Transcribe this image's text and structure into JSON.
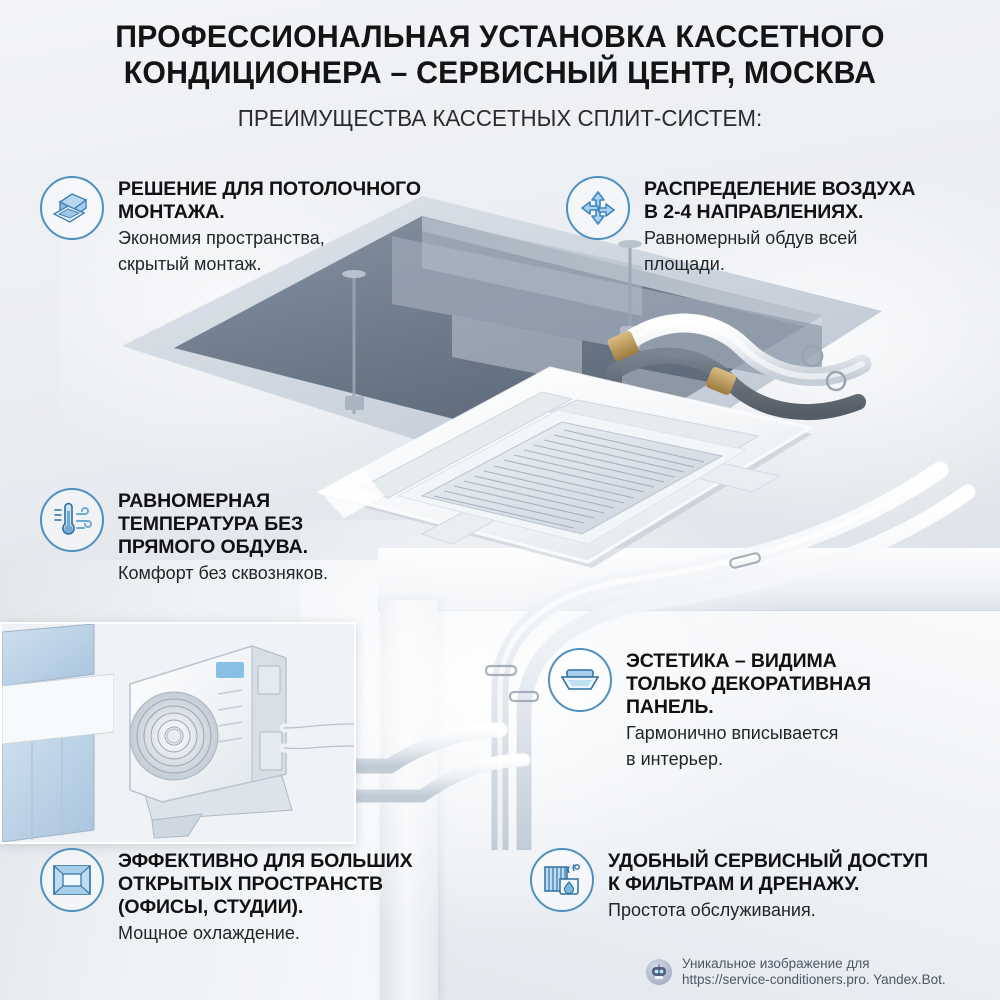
{
  "meta": {
    "accent": "#4f8fc0",
    "text_dark": "#121212",
    "background": "#eceef2"
  },
  "header": {
    "title_line1": "ПРОФЕССИОНАЛЬНАЯ УСТАНОВКА КАССЕТНОГО",
    "title_line2": "КОНДИЦИОНЕРА – СЕРВИСНЫЙ ЦЕНТР, МОСКВА",
    "subtitle": "ПРЕИМУЩЕСТВА КАССЕТНЫХ СПЛИТ-СИСТЕМ:"
  },
  "features": [
    {
      "id": "ceiling-mount",
      "icon": "cassette-unit-3d-icon",
      "heading_lines": [
        "РЕШЕНИЕ ДЛЯ ПОТОЛОЧНОГО",
        "МОНТАЖА."
      ],
      "sub_lines": [
        "Экономия пространства,",
        "скрытый монтаж."
      ]
    },
    {
      "id": "air-distribution",
      "icon": "four-direction-arrows-icon",
      "heading_lines": [
        "РАСПРЕДЕЛЕНИЕ ВОЗДУХА",
        "В 2-4 НАПРАВЛЕНИЯХ."
      ],
      "sub_lines": [
        "Равномерный обдув всей",
        "площади."
      ]
    },
    {
      "id": "even-temperature",
      "icon": "thermometer-wind-icon",
      "heading_lines": [
        "РАВНОМЕРНАЯ",
        "ТЕМПЕРАТУРА БЕЗ",
        "ПРЯМОГО ОБДУВА."
      ],
      "sub_lines": [
        "Комфорт без сквозняков."
      ]
    },
    {
      "id": "aesthetics",
      "icon": "decorative-panel-icon",
      "heading_lines": [
        "ЭСТЕТИКА – ВИДИМА",
        "ТОЛЬКО ДЕКОРАТИВНАЯ",
        "ПАНЕЛЬ."
      ],
      "sub_lines": [
        "Гармонично вписывается",
        "в интерьер."
      ]
    },
    {
      "id": "large-spaces",
      "icon": "open-space-frame-icon",
      "heading_lines": [
        "ЭФФЕКТИВНО ДЛЯ БОЛЬШИХ",
        "ОТКРЫТЫХ ПРОСТРАНСТВ",
        "(ОФИСЫ, СТУДИИ)."
      ],
      "sub_lines": [
        "Мощное охлаждение."
      ]
    },
    {
      "id": "service-access",
      "icon": "filter-drain-icon",
      "heading_lines": [
        "УДОБНЫЙ СЕРВИСНЫЙ ДОСТУП",
        "К ФИЛЬТРАМ И ДРЕНАЖУ."
      ],
      "sub_lines": [
        "Простота обслуживания."
      ]
    }
  ],
  "watermark": {
    "icon": "robot-avatar-icon",
    "line1": "Уникальное изображение для",
    "line2": "https://service-conditioners.pro. Yandex.Bot."
  },
  "illustration": {
    "scene": "ceiling-cassette-air-conditioner-installation",
    "elements": [
      "recessed-ceiling-plenum",
      "cassette-indoor-unit",
      "insulated-refrigerant-pipes",
      "drain-line",
      "wall-corner",
      "outdoor-condenser-unit-inset"
    ]
  }
}
